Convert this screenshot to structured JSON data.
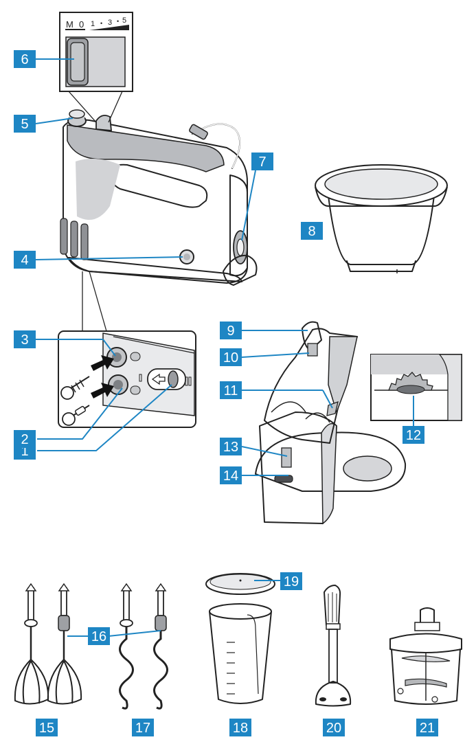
{
  "speed_scale": {
    "marks": [
      "M",
      "0",
      "1",
      "•",
      "3",
      "•",
      "5"
    ]
  },
  "callouts": [
    {
      "id": "1",
      "text": "1"
    },
    {
      "id": "2",
      "text": "2"
    },
    {
      "id": "3",
      "text": "3"
    },
    {
      "id": "4",
      "text": "4"
    },
    {
      "id": "5",
      "text": "5"
    },
    {
      "id": "6",
      "text": "6"
    },
    {
      "id": "7",
      "text": "7"
    },
    {
      "id": "8",
      "text": "8"
    },
    {
      "id": "9",
      "text": "9"
    },
    {
      "id": "10",
      "text": "10"
    },
    {
      "id": "11",
      "text": "11"
    },
    {
      "id": "12",
      "text": "12"
    },
    {
      "id": "13",
      "text": "13"
    },
    {
      "id": "14",
      "text": "14"
    },
    {
      "id": "15",
      "text": "15"
    },
    {
      "id": "16",
      "text": "16"
    },
    {
      "id": "17",
      "text": "17"
    },
    {
      "id": "18",
      "text": "18"
    },
    {
      "id": "19",
      "text": "19"
    },
    {
      "id": "20",
      "text": "20"
    },
    {
      "id": "21",
      "text": "21"
    }
  ],
  "colors": {
    "callout_fill": "#1e86c4",
    "callout_text": "#ffffff",
    "body_grey": "#e6e7e9",
    "dark_grey": "#9a9ca0"
  }
}
